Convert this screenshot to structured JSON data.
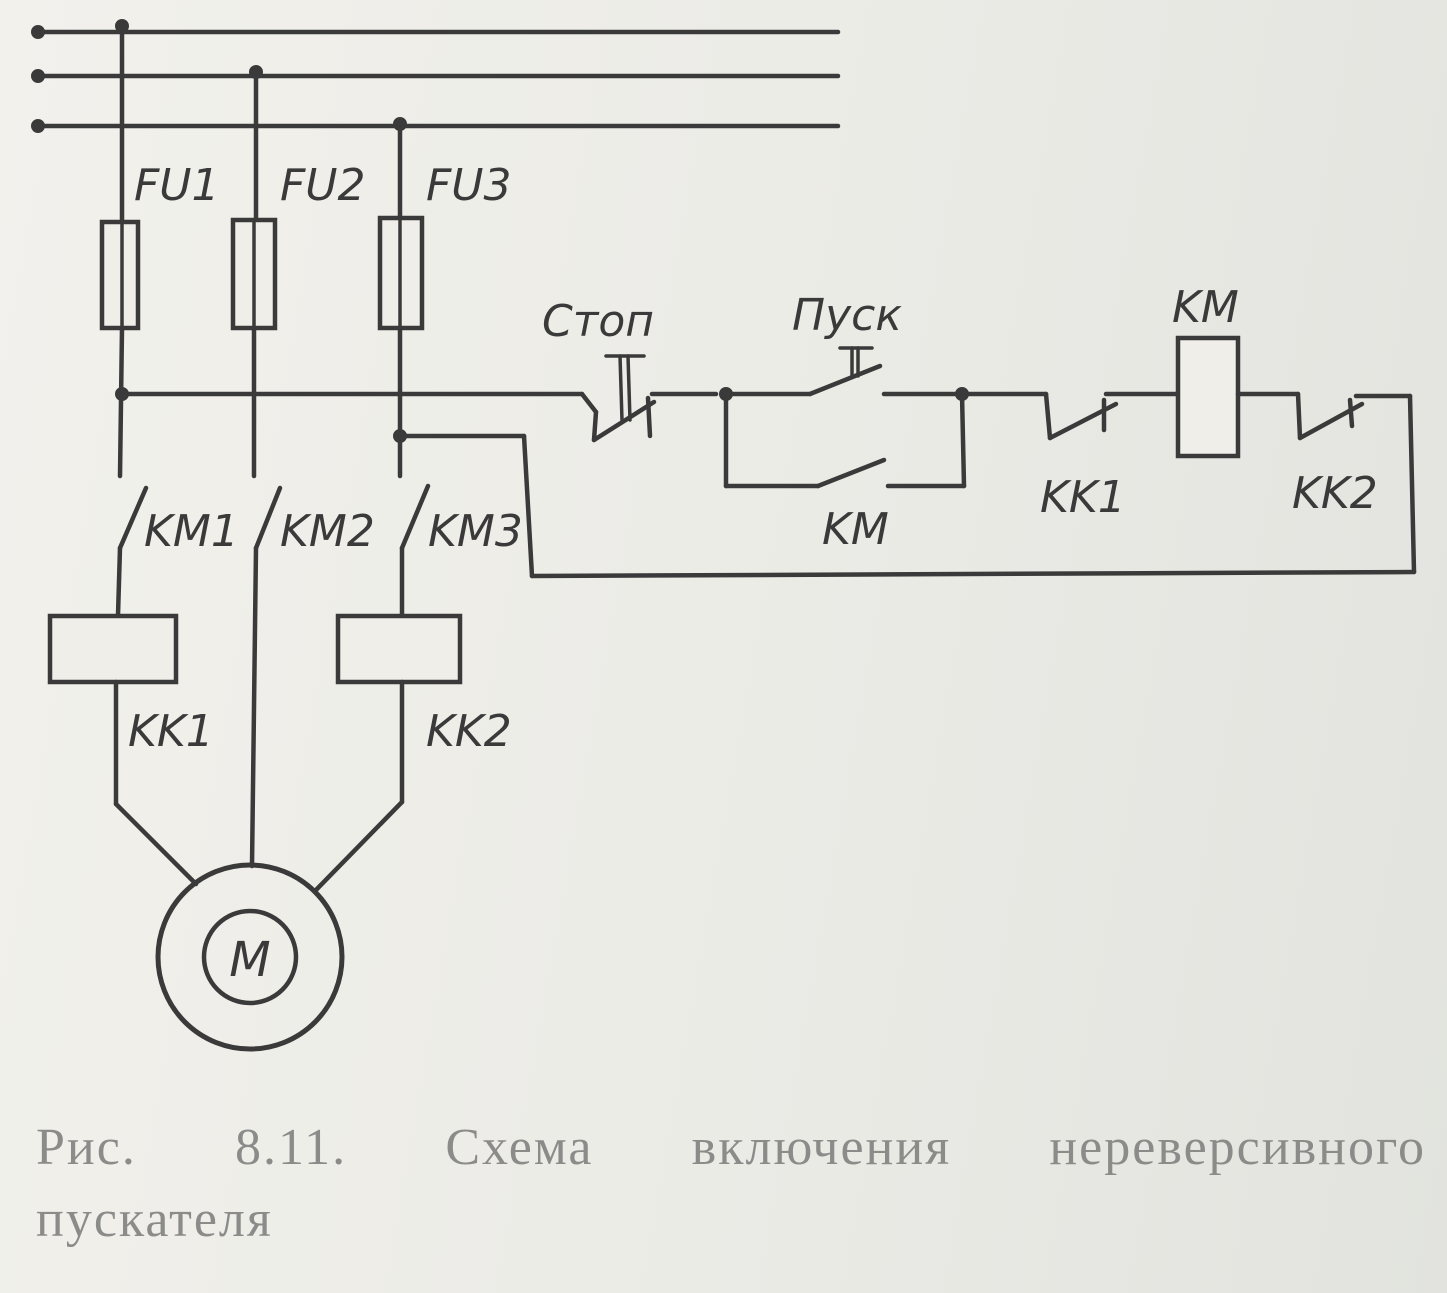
{
  "diagram": {
    "labels": {
      "fu1": "FU1",
      "fu2": "FU2",
      "fu3": "FU3",
      "stop": "Стоп",
      "start": "Пуск",
      "km_coil": "KM",
      "km_aux": "KM",
      "kk1_contact": "KK1",
      "kk2_contact": "KK2",
      "km1": "KM1",
      "km2": "KM2",
      "km3": "KM3",
      "kk1_relay": "KK1",
      "kk2_relay": "KK2",
      "motor": "M"
    }
  },
  "caption": {
    "line1_words": [
      "Рис.",
      "8.11.",
      "Схема",
      "включения",
      "нереверсивного"
    ],
    "line2": "пускателя"
  }
}
